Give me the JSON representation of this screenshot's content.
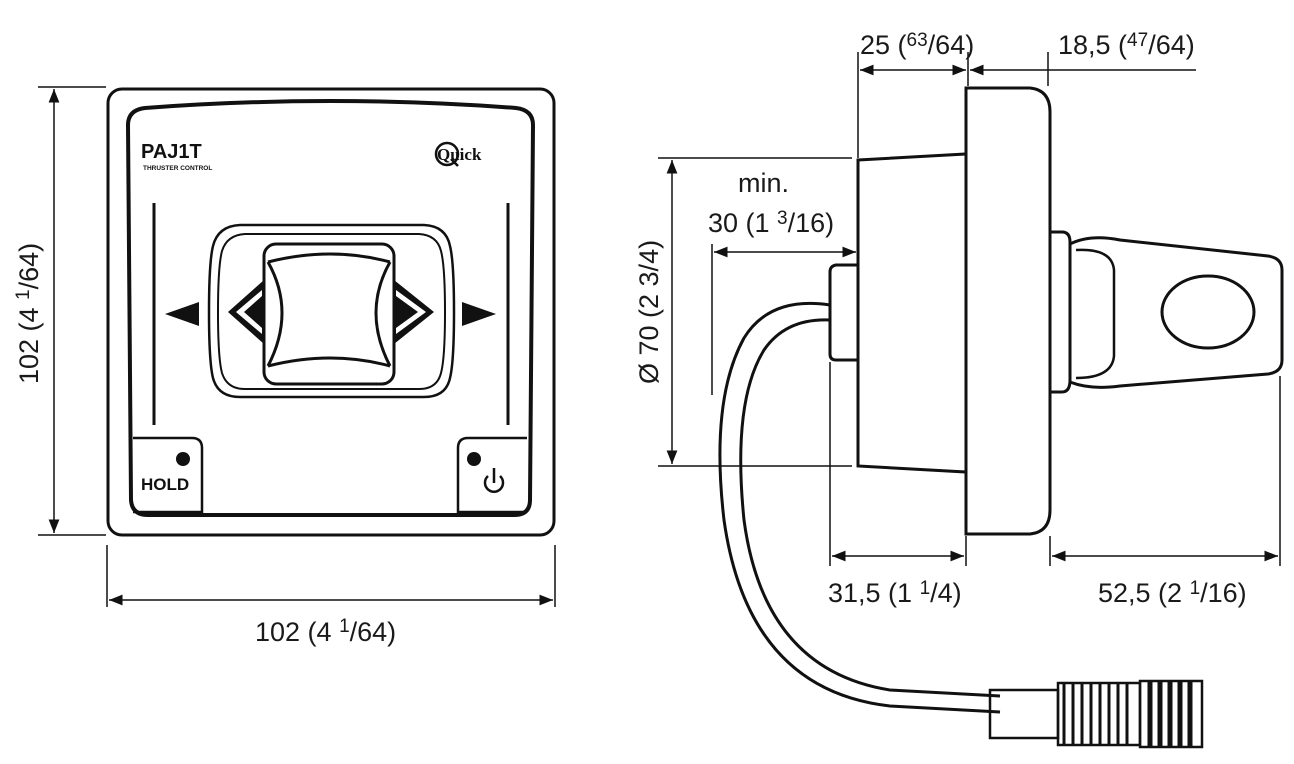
{
  "front_view": {
    "brand_model": "PAJ1T",
    "brand_subtitle": "THRUSTER CONTROL",
    "logo_text": "Quick",
    "hold_label": "HOLD",
    "dim_width": {
      "main": "102 (4 ",
      "frac_num": "1",
      "frac_den": "/64)"
    },
    "dim_height": {
      "main": "102 (4 ",
      "frac_num": "1",
      "frac_den": "/64)"
    }
  },
  "side_view": {
    "dim_top_left": {
      "main": "25 (",
      "frac_num": "63",
      "frac_den": "/64)"
    },
    "dim_top_right": {
      "main": "18,5 (",
      "frac_num": "47",
      "frac_den": "/64)"
    },
    "min_label": "min.",
    "dim_min": {
      "main": "30 (1 ",
      "frac_num": "3",
      "frac_den": "/16)"
    },
    "dim_diameter": {
      "main": "Ø 70 (2 3/4)"
    },
    "dim_bottom_left": {
      "main": "31,5 (1 ",
      "frac_num": "1",
      "frac_den": "/4)"
    },
    "dim_bottom_right": {
      "main": "52,5 (2 ",
      "frac_num": "1",
      "frac_den": "/16)"
    }
  }
}
